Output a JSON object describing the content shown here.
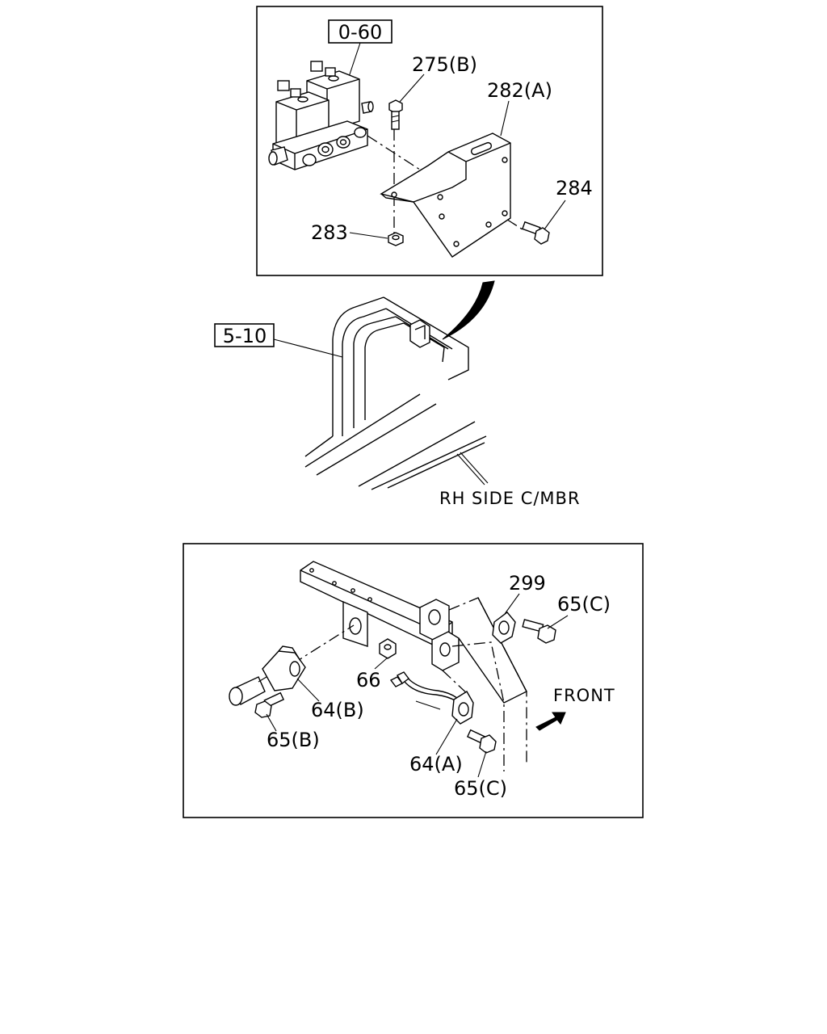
{
  "top_panel": {
    "ref_box": "0-60",
    "labels": {
      "bolt_b": "275(B)",
      "bracket_a": "282(A)",
      "bolt_284": "284",
      "nut_283": "283"
    }
  },
  "middle": {
    "ref_box": "5-10",
    "member_label": "RH SIDE C/MBR"
  },
  "bottom_panel": {
    "labels": {
      "part_299": "299",
      "bolt_c_top": "65(C)",
      "nut_66": "66",
      "valve_b": "64(B)",
      "bolt_b": "65(B)",
      "valve_a": "64(A)",
      "bolt_c_bottom": "65(C)"
    },
    "front_label": "FRONT"
  }
}
